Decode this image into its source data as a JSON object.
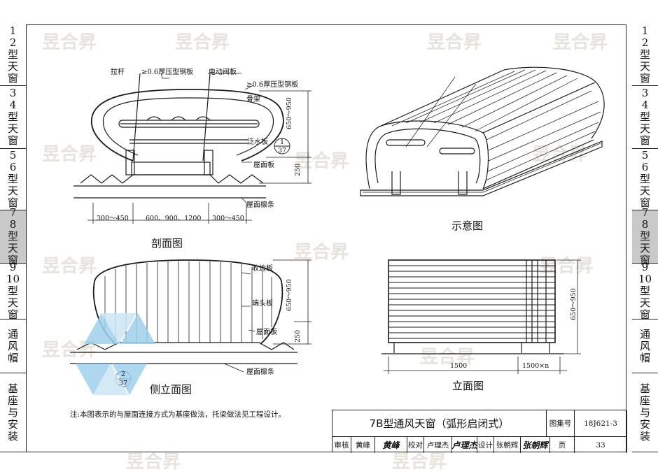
{
  "watermark": "昱合昇",
  "left_tabs": [
    {
      "lines": [
        "1",
        "2",
        "型",
        "天",
        "窗"
      ],
      "active": false
    },
    {
      "lines": [
        "3",
        "4",
        "型",
        "天",
        "窗"
      ],
      "active": false
    },
    {
      "lines": [
        "5",
        "6",
        "型",
        "天",
        "窗"
      ],
      "active": false
    },
    {
      "lines": [
        "7",
        "8",
        "型",
        "天",
        "窗"
      ],
      "active": true
    },
    {
      "lines": [
        "9",
        "10",
        "型",
        "天",
        "窗"
      ],
      "active": false
    },
    {
      "lines": [
        "通",
        "风",
        "帽"
      ],
      "active": false
    },
    {
      "lines": [
        "基",
        "座",
        "与",
        "安",
        "装"
      ],
      "active": false
    }
  ],
  "section_view": {
    "caption": "剖面图",
    "labels": {
      "rod": "拉杆",
      "steel_plate_1": "≥0.6厚压型钢板",
      "valve_plate": "电动阀板",
      "steel_plate_2": "≥0.6厚压型钢板",
      "frame": "骨架",
      "flashing": "泛水板",
      "roof_panel": "屋面板",
      "purlin": "屋面檩条"
    },
    "dims": {
      "left": "300～450",
      "middle": "600、900、1200",
      "right": "300～450",
      "height": "650～950",
      "base": "250"
    },
    "callout": {
      "top": "1",
      "bottom": "37"
    }
  },
  "schematic_view": {
    "caption": "示意图"
  },
  "side_view": {
    "caption": "侧立面图",
    "labels": {
      "edge_plate": "收边板",
      "end_plate": "端头板",
      "roof_panel": "屋面板",
      "purlin": "屋面檩条"
    },
    "dims": {
      "height": "650～950",
      "base": "250"
    },
    "callout": {
      "top": "2",
      "bottom": "37"
    }
  },
  "elevation_view": {
    "caption": "立面图",
    "dims": {
      "left": "1500",
      "right": "1500×n",
      "height": "650～950"
    }
  },
  "note": "注:本图表示的与屋面连接方式为基座做法，托梁做法见工程设计。",
  "title_block": {
    "title": "7B型通风天窗（弧形启闭式）",
    "atlas_label": "图集号",
    "atlas_no": "18J621-3",
    "review_label": "审核",
    "reviewer": "黄峰",
    "reviewer_sig": "黄峰",
    "check_label": "校对",
    "checker": "卢理杰",
    "checker_sig": "卢理杰",
    "design_label": "设计",
    "designer": "张朝辉",
    "designer_sig": "张朝辉",
    "page_label": "页",
    "page_no": "33"
  }
}
